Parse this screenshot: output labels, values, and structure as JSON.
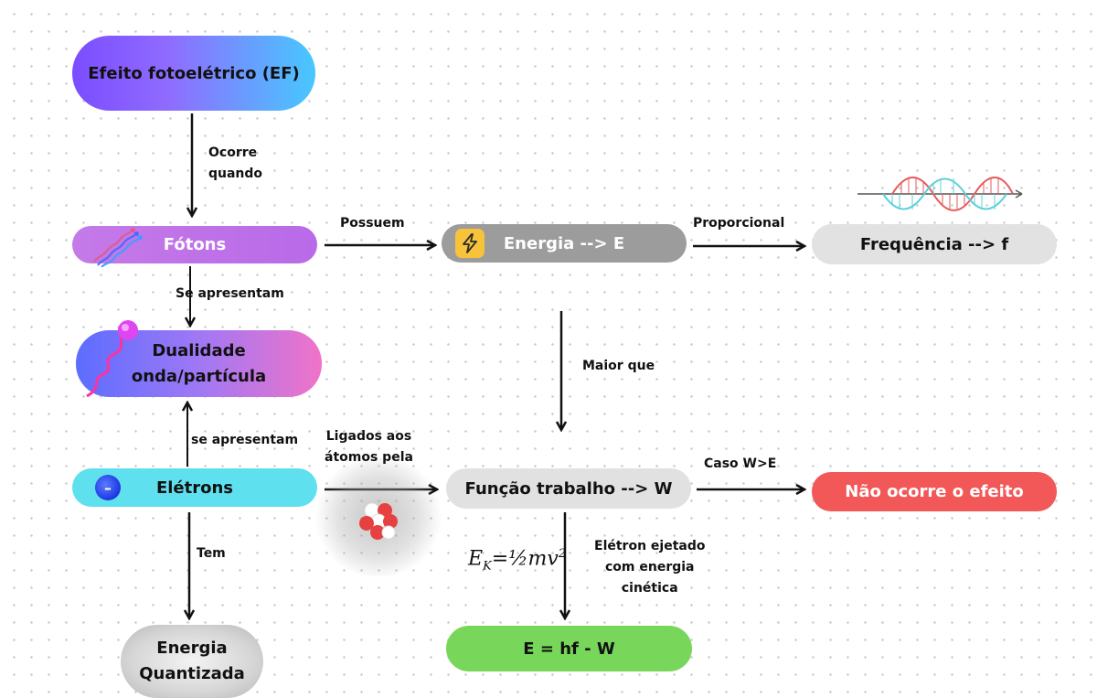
{
  "nodes": {
    "efeito": "Efeito fotoelétrico (EF)",
    "fotons": "Fótons",
    "dualidade_line1": "Dualidade",
    "dualidade_line2": "onda/partícula",
    "eletrons": "Elétrons",
    "energia_quantizada_line1": "Energia",
    "energia_quantizada_line2": "Quantizada",
    "energia": "Energia --> E",
    "frequencia": "Frequência --> f",
    "funcao_trabalho": "Função trabalho --> W",
    "nao_ocorre": "Não ocorre o efeito",
    "equacao": "E = hf - W"
  },
  "edge_labels": {
    "ocorre_line1": "Ocorre",
    "ocorre_line2": "quando",
    "possuem": "Possuem",
    "proporcional": "Proporcional",
    "se_apresentam_upper": "Se apresentam",
    "maior_que": "Maior que",
    "se_apresentam_lower": "se apresentam",
    "ligados_line1": "Ligados aos",
    "ligados_line2": "átomos pela",
    "caso": "Caso W>E",
    "tem": "Tem",
    "ejetado_line1": "Elétron ejetado",
    "ejetado_line2": "com energia",
    "ejetado_line3": "cinética"
  },
  "formula": {
    "ek": "E",
    "ek_sub": "K",
    "ek_rhs": "=½mv",
    "ek_sup": "2"
  },
  "icons": [
    "photon-rays-icon",
    "lightning-bolt-icon",
    "particle-wave-icon",
    "electron-minus-icon",
    "atom-nucleus-icon",
    "sine-wave-icon"
  ],
  "colors": {
    "efeito": "#7b4dff",
    "fotons": "#c57ae8",
    "eletrons": "#5fe0ee",
    "energia": "#9c9c9c",
    "nao_ocorre": "#f35858",
    "equacao": "#78d65a"
  }
}
